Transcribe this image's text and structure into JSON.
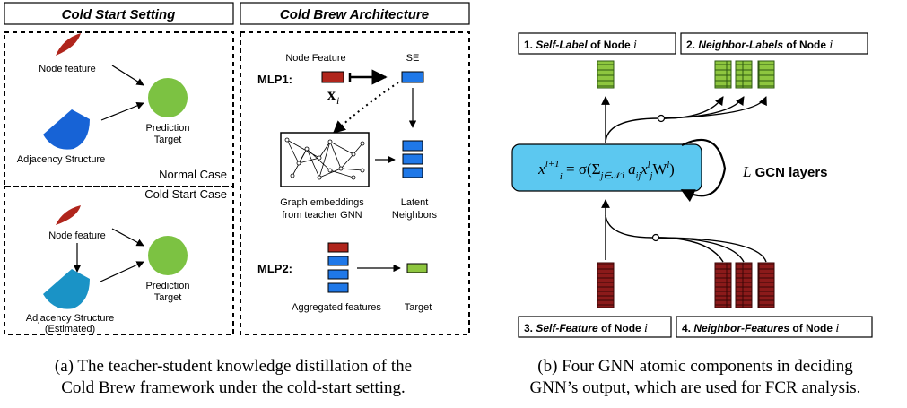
{
  "panel_a": {
    "left_header": "Cold Start Setting",
    "right_header": "Cold Brew Architecture",
    "normal": {
      "node_feature": "Node feature",
      "adjacency": "Adjacency Structure",
      "prediction_1": "Prediction",
      "prediction_2": "Target",
      "case_label": "Normal Case"
    },
    "cold": {
      "case_label": "Cold Start Case",
      "node_feature": "Node feature",
      "adjacency_1": "Adjacency Structure",
      "adjacency_2": "(Estimated)",
      "prediction_1": "Prediction",
      "prediction_2": "Target"
    },
    "arch": {
      "node_feature": "Node Feature",
      "se": "SE",
      "mlp1": "MLP1:",
      "x_symbol": "x",
      "x_sub": "i",
      "graph_emb_1": "Graph embeddings",
      "graph_emb_2": "from teacher GNN",
      "latent_1": "Latent",
      "latent_2": "Neighbors",
      "mlp2": "MLP2:",
      "aggregated": "Aggregated features",
      "target": "Target"
    },
    "caption_line1": "(a) The teacher-student knowledge distillation of the",
    "caption_line2": "Cold Brew framework under the cold-start setting."
  },
  "panel_b": {
    "box1": {
      "num": "1. ",
      "em": "Self-Label",
      "rest": " of Node ",
      "var": "i"
    },
    "box2": {
      "num": "2. ",
      "em": "Neighbor-Labels",
      "rest": " of Node ",
      "var": "i"
    },
    "box3": {
      "num": "3. ",
      "em": "Self-Feature",
      "rest": " of Node ",
      "var": "i"
    },
    "box4": {
      "num": "4. ",
      "em": "Neighbor-Features",
      "rest": " of Node ",
      "var": "i"
    },
    "layer_var": "L",
    "layer_text": " GCN layers",
    "caption_line1": "(b) Four GNN atomic components in deciding",
    "caption_line2": "GNN’s output, which are used for FCR analysis."
  },
  "colors": {
    "red_feature": "#b0251c",
    "blue_block": "#1f78e8",
    "green_label": "#8ec63f",
    "green_circle": "#7cc242",
    "formula_bg": "#5cc8f0",
    "dark_red_stack": "#8b1a1a"
  }
}
